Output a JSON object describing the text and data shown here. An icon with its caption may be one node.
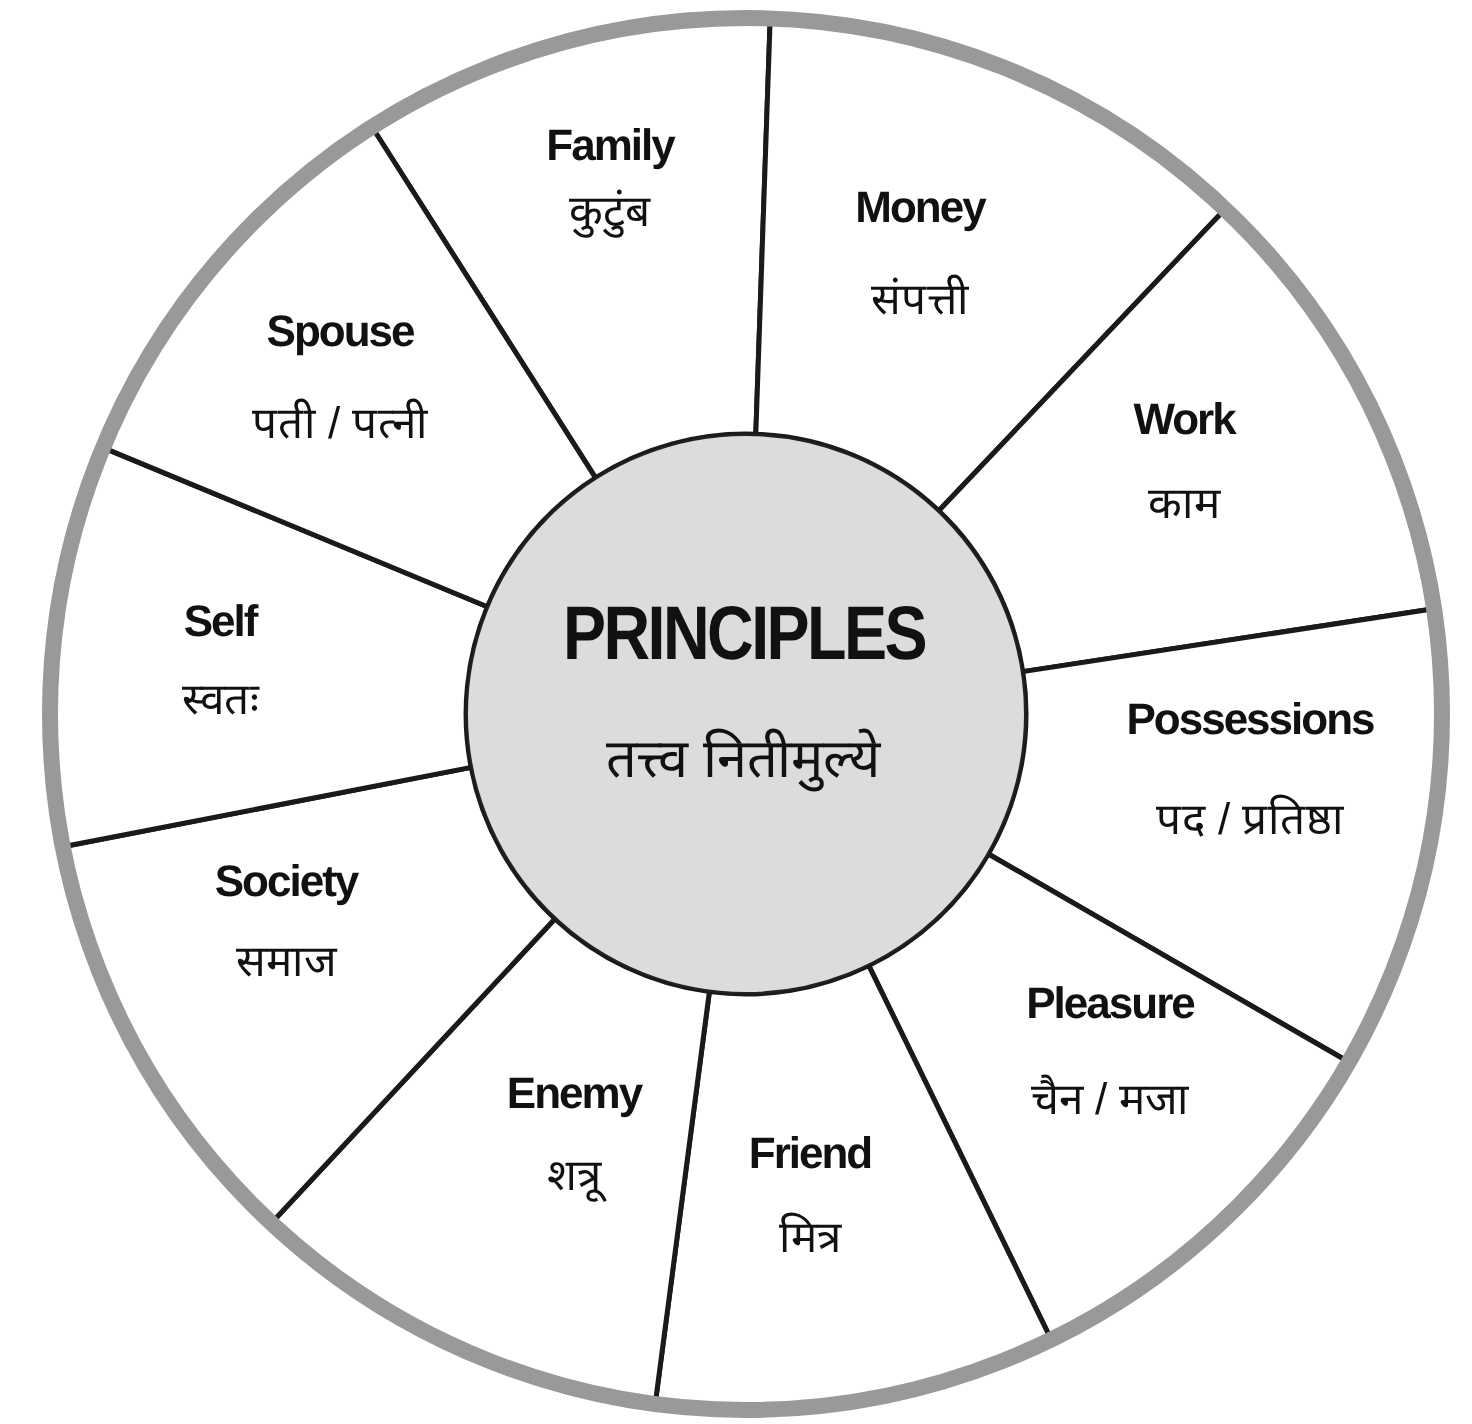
{
  "diagram": {
    "nodes": [
      {
        "text": [
          "PRINCIPLES",
          "तत्त्व नितीमुल्ये"
        ]
      },
      {
        "text": [
          "Family",
          "कुटुंब"
        ]
      },
      {
        "text": [
          "Money",
          "संपत्ती"
        ]
      },
      {
        "text": [
          "Work",
          "काम"
        ]
      },
      {
        "text": [
          "Possessions",
          "पद / प्रतिष्ठा"
        ]
      },
      {
        "text": [
          "Pleasure",
          "चैन / मजा"
        ]
      },
      {
        "text": [
          "Friend",
          "मित्र"
        ]
      },
      {
        "text": [
          "Enemy",
          "शत्रू"
        ]
      },
      {
        "text": [
          "Society",
          "समाज"
        ]
      },
      {
        "text": [
          "Self",
          "स्वतः"
        ]
      },
      {
        "text": [
          "Spouse",
          "पती / पत्नी"
        ]
      }
    ]
  }
}
